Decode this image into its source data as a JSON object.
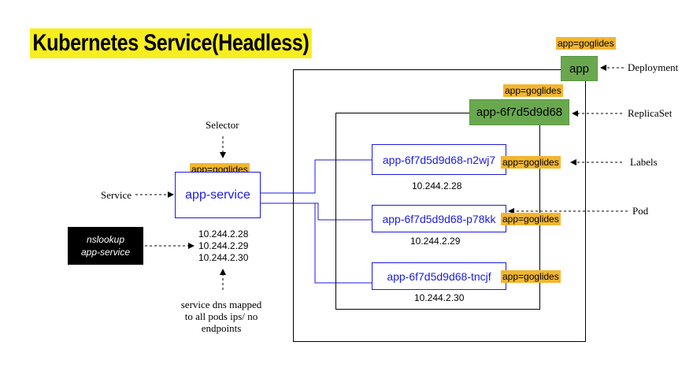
{
  "title": "Kubernetes Service(Headless)",
  "deployment": {
    "name": "app",
    "label": "app=goglides",
    "caption": "Deployment"
  },
  "replicaset": {
    "name": "app-6f7d5d9d68",
    "label": "app=goglides",
    "caption": "ReplicaSet"
  },
  "pods": [
    {
      "name": "app-6f7d5d9d68-n2wj7",
      "label": "app=goglides",
      "ip": "10.244.2.28"
    },
    {
      "name": "app-6f7d5d9d68-p78kk",
      "label": "app=goglides",
      "ip": "10.244.2.29"
    },
    {
      "name": "app-6f7d5d9d68-tncjf",
      "label": "app=goglides",
      "ip": "10.244.2.30"
    }
  ],
  "captions": {
    "labels": "Labels",
    "pod": "Pod",
    "selector": "Selector",
    "service": "Service"
  },
  "service": {
    "name": "app-service",
    "selector_label": "app=goglides",
    "ips": [
      "10.244.2.28",
      "10.244.2.29",
      "10.244.2.30"
    ]
  },
  "nslookup": {
    "line1": "nslookup",
    "line2": "app-service"
  },
  "note": {
    "line1": "service dns mapped",
    "line2": "to all pods ips/ no",
    "line3": "endpoints"
  },
  "colors": {
    "title_bg": "#f7ee1f",
    "label_bg": "#f2b62f",
    "green": "#6aa84f",
    "blue": "#1a1ae6"
  }
}
